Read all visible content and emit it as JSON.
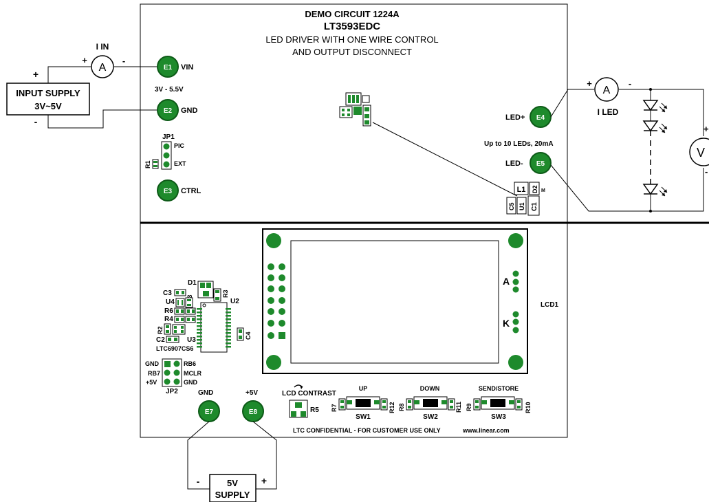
{
  "board": {
    "title_line1": "DEMO CIRCUIT 1224A",
    "title_line2": "LT3593EDC",
    "title_line3": "LED DRIVER WITH ONE WIRE CONTROL",
    "title_line4": "AND OUTPUT DISCONNECT",
    "confidential": "LTC CONFIDENTIAL - FOR CUSTOMER USE ONLY",
    "website": "www.linear.com"
  },
  "input_side": {
    "supply_line1": "INPUT SUPPLY",
    "supply_line2": "3V~5V",
    "plus": "+",
    "minus": "-",
    "ammeter_title": "I IN",
    "ammeter_symbol": "A",
    "ammeter_plus": "+",
    "ammeter_minus": "-",
    "vin_range": "3V - 5.5V"
  },
  "terminals": {
    "e1": {
      "id": "E1",
      "label": "VIN"
    },
    "e2": {
      "id": "E2",
      "label": "GND"
    },
    "e3": {
      "id": "E3",
      "label": "CTRL"
    },
    "e4": {
      "id": "E4",
      "label": "LED+"
    },
    "e5": {
      "id": "E5",
      "label": "LED-"
    },
    "e7": {
      "id": "E7",
      "label": "GND"
    },
    "e8": {
      "id": "E8",
      "label": "+5V"
    }
  },
  "jp1": {
    "name": "JP1",
    "pic": "PIC",
    "ext": "EXT"
  },
  "r1": "R1",
  "output_side": {
    "led_note": "Up to 10 LEDs, 20mA",
    "ammeter_symbol": "A",
    "ammeter_title": "I LED",
    "ammeter_plus": "+",
    "ammeter_minus": "-",
    "voltmeter_symbol": "V",
    "volt_plus": "+",
    "volt_minus": "-"
  },
  "small_parts": {
    "l1": "L1",
    "d2": "D2",
    "c5": "C5",
    "u1": "U1",
    "c1": "C1",
    "m": "M"
  },
  "lcd": {
    "name": "LCD1",
    "a": "A",
    "k": "K"
  },
  "mcu_section": {
    "c3": "C3",
    "d1": "D1",
    "u4": "U4",
    "r13": "R13",
    "r3": "R3",
    "u2": "U2",
    "r6": "R6",
    "r4": "R4",
    "r2": "R2",
    "c2": "C2",
    "u3": "U3",
    "c4": "C4",
    "u3_part": "LTC6907CS6"
  },
  "jp2": {
    "name": "JP2",
    "left1": "GND",
    "left2": "RB7",
    "left3": "+5V",
    "right1": "RB6",
    "right2": "MCLR",
    "right3": "GND"
  },
  "controls": {
    "lcd_contrast": "LCD CONTRAST",
    "r5": "R5",
    "up": "UP",
    "down": "DOWN",
    "send_store": "SEND/STORE",
    "sw1": "SW1",
    "sw2": "SW2",
    "sw3": "SW3",
    "r7": "R7",
    "r12": "R12",
    "r8": "R8",
    "r11": "R11",
    "r9": "R9",
    "r10": "R10"
  },
  "bottom_supply": {
    "line1": "5V",
    "line2": "SUPPLY",
    "plus": "+",
    "minus": "-"
  },
  "colors": {
    "pad_green": "#1e8a2c",
    "pad_dark": "#0d5a17",
    "board_line": "#000000"
  }
}
